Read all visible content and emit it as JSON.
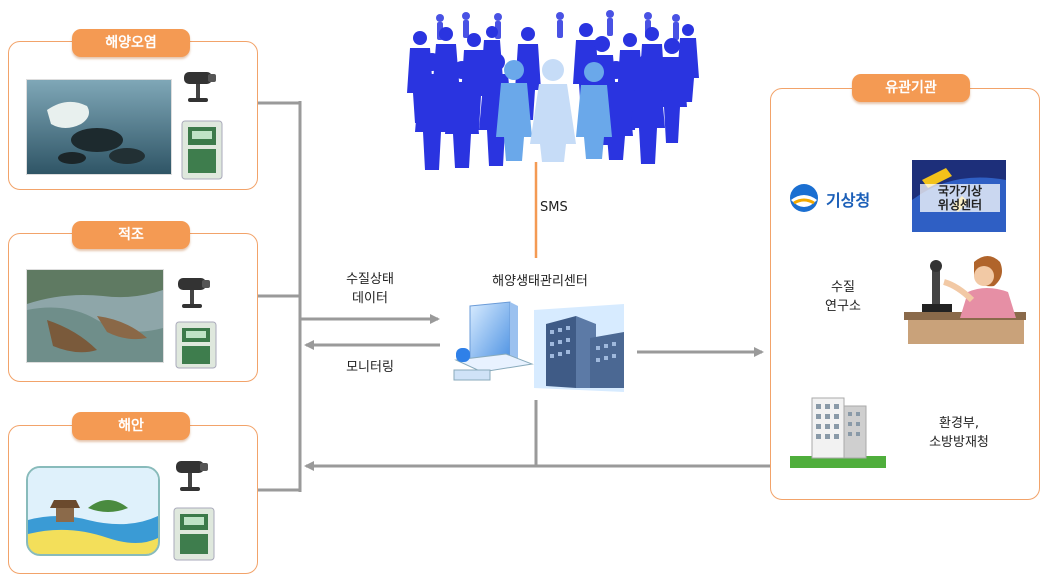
{
  "left_panels": [
    {
      "tag": "해양오염"
    },
    {
      "tag": "적조"
    },
    {
      "tag": "해안"
    }
  ],
  "center": {
    "sms": "SMS",
    "center_title": "해양생태관리센터",
    "arrow_in_label": "수질상태\n데이터",
    "arrow_out_label": "모니터링"
  },
  "right_panel": {
    "tag": "유관기관",
    "kma_logo_text": "기상청",
    "satellite_logo_text": "국가기상\n위성센터",
    "lab_label": "수질\n연구소",
    "ministry_label": "환경부,\n소방방재청"
  }
}
